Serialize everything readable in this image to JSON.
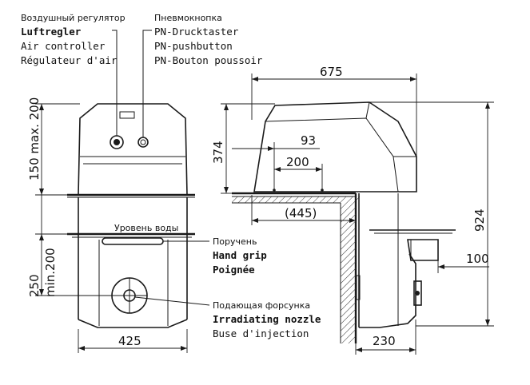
{
  "labels": {
    "air_controller": {
      "ru": "Воздушный регулятор",
      "de": "Luftregler",
      "en": "Air controller",
      "fr": "Régulateur d'air"
    },
    "pushbutton": {
      "ru": "Пневмокнопка",
      "de": "PN-Drucktaster",
      "en": "PN-pushbutton",
      "fr": "PN-Bouton poussoir"
    },
    "water_level": {
      "ru": "Уровень воды"
    },
    "hand_grip": {
      "ru": "Поручень",
      "en": "Hand grip",
      "fr": "Poignée"
    },
    "nozzle": {
      "ru": "Подающая форсунка",
      "en": "Irradiating nozzle",
      "fr": "Buse d'injection"
    }
  },
  "dimensions": {
    "top_height": "150 max. 200",
    "lower_height": "250",
    "lower_min": "min.200",
    "front_width": "425",
    "total_width": "675",
    "side_height": "374",
    "d93": "93",
    "d200": "200",
    "d445": "(445)",
    "total_height": "924",
    "d100": "100",
    "d230": "230"
  }
}
